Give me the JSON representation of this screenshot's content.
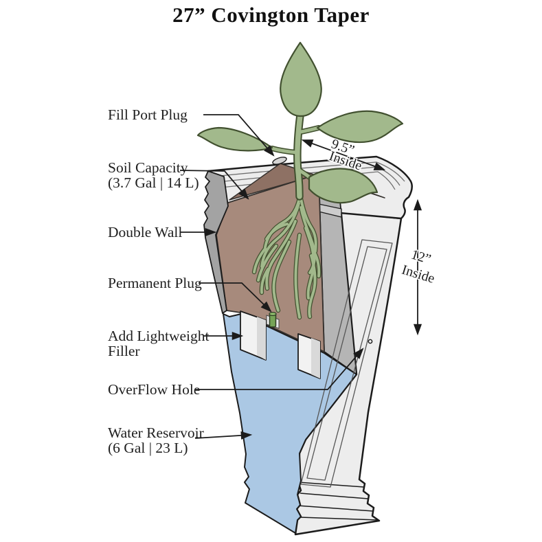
{
  "title": "27” Covington Taper",
  "callouts": [
    {
      "id": "fill-port-plug",
      "lines": [
        "Fill Port Plug"
      ]
    },
    {
      "id": "soil-capacity",
      "lines": [
        "Soil Capacity",
        "(3.7 Gal | 14 L)"
      ]
    },
    {
      "id": "double-wall",
      "lines": [
        "Double Wall"
      ]
    },
    {
      "id": "permanent-plug",
      "lines": [
        "Permanent Plug"
      ]
    },
    {
      "id": "add-lightweight-filler",
      "lines": [
        "Add Lightweight",
        "Filler"
      ]
    },
    {
      "id": "overflow-hole",
      "lines": [
        "OverFlow Hole"
      ]
    },
    {
      "id": "water-reservoir",
      "lines": [
        "Water Reservoir",
        "(6 Gal | 23 L)"
      ]
    }
  ],
  "dimensions": {
    "inside_width": {
      "value": "9.5”",
      "label": "Inside"
    },
    "inside_height": {
      "value": "12”",
      "label": "Inside"
    }
  },
  "colors": {
    "ink": "#1b1b1b",
    "leaf": "#a2b98c",
    "leaf_outline": "#41502f",
    "soil_cut": "#a78a7c",
    "soil_top": "#8e7164",
    "water": "#abc8e4",
    "shell": "#ededed",
    "shell_shade": "#e0e0e0",
    "shell_cut": "#a3a3a3",
    "inner_wall": "#b5b5b5",
    "plug_green": "#76a457"
  }
}
